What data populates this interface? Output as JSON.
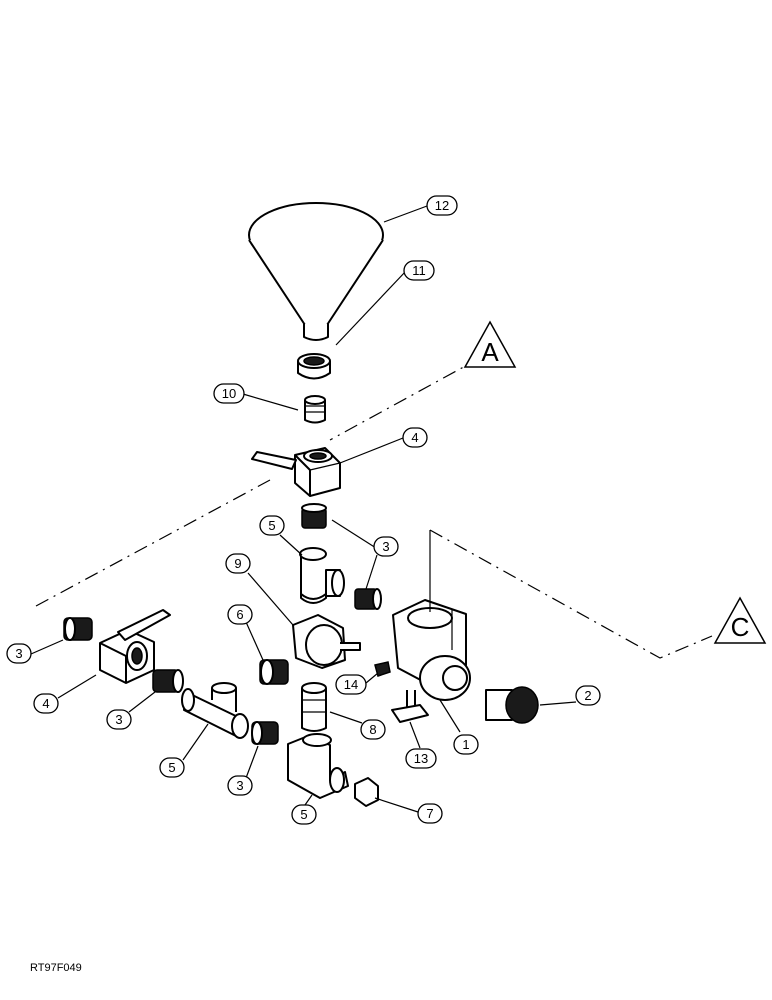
{
  "figure_code": "RT97F049",
  "reference_markers": [
    "A",
    "C"
  ],
  "callouts": [
    "12",
    "11",
    "10",
    "4",
    "5",
    "3",
    "9",
    "6",
    "3",
    "4",
    "3",
    "5",
    "3",
    "14",
    "8",
    "2",
    "1",
    "13",
    "5",
    "7"
  ],
  "icons": {
    "funnel": "funnel-icon",
    "valve": "ball-valve-icon",
    "tee": "tee-fitting-icon",
    "nipple": "hose-nipple-icon",
    "pump": "pump-icon"
  }
}
